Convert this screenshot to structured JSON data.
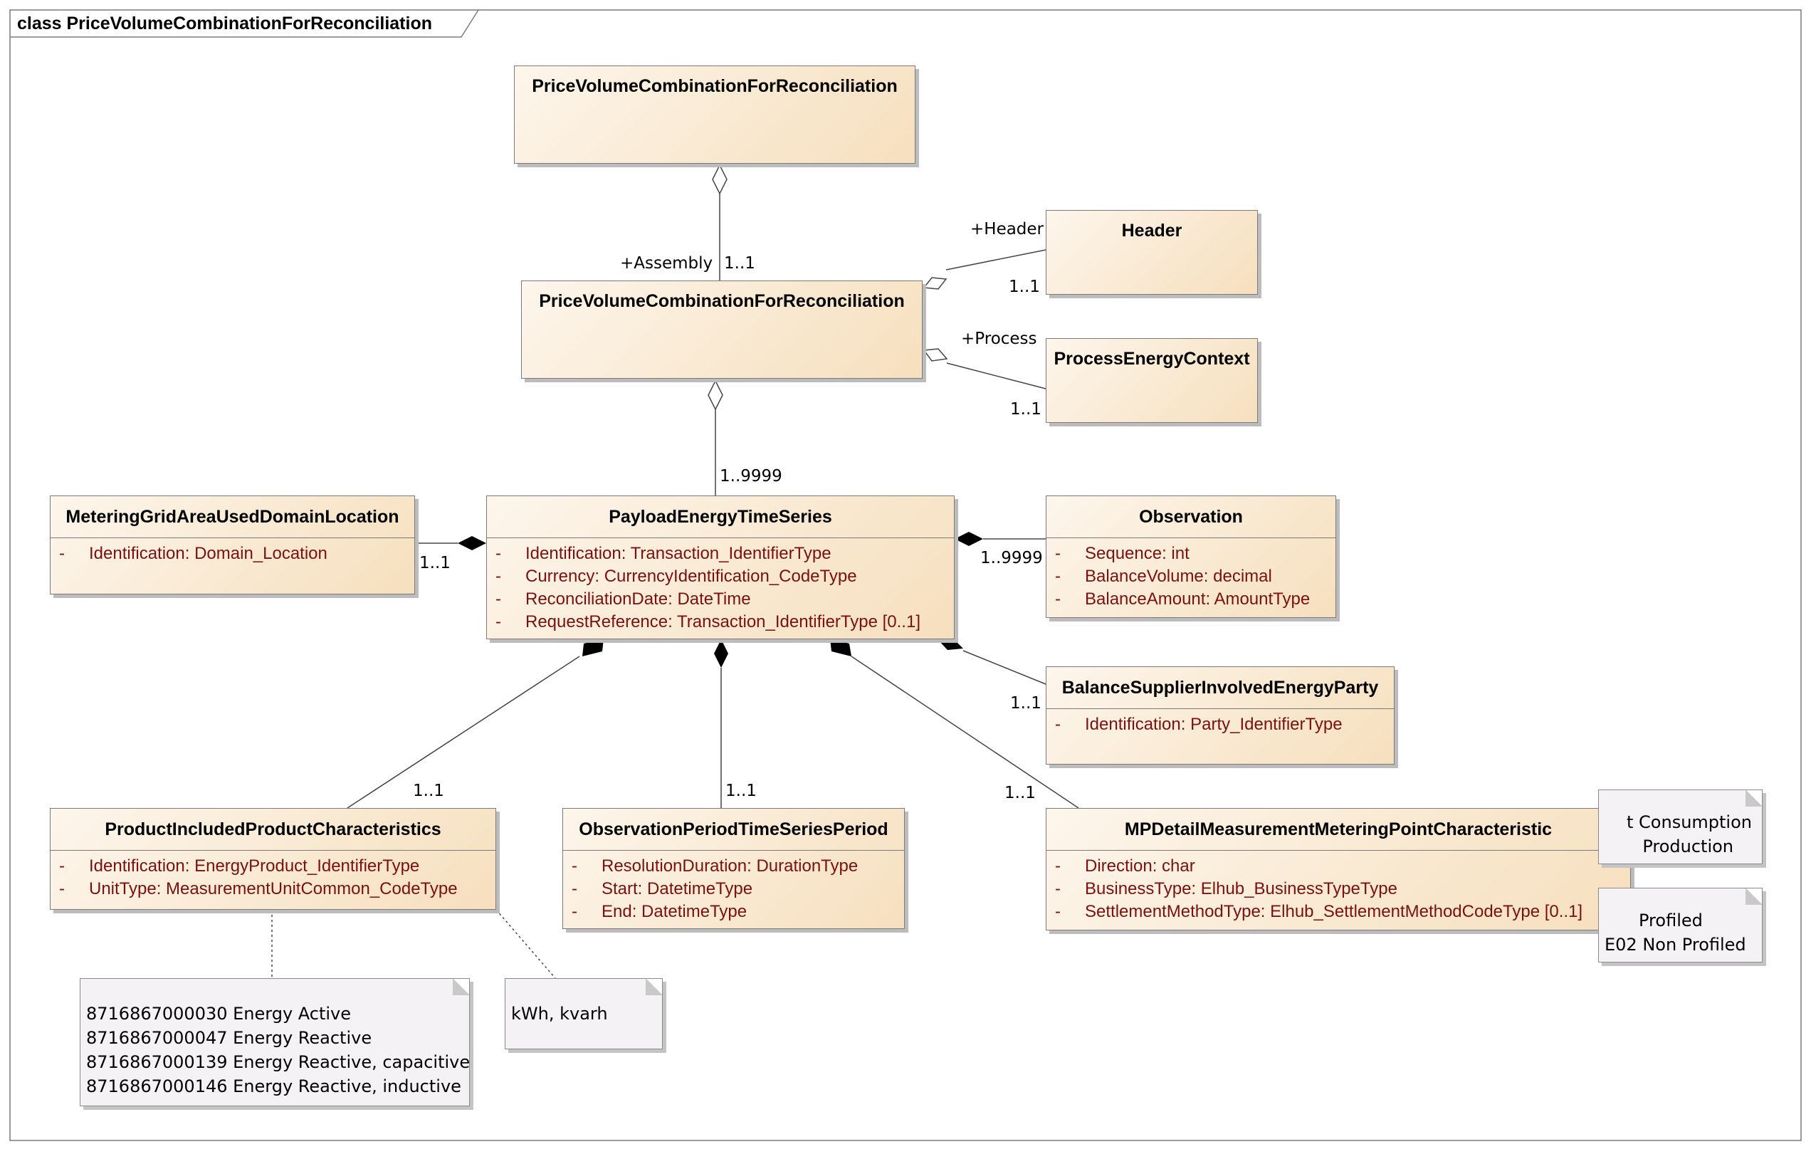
{
  "diagram": {
    "frame_title": "class PriceVolumeCombinationForReconciliation",
    "classes": {
      "root": {
        "name": "PriceVolumeCombinationForReconciliation",
        "attributes": []
      },
      "assembly": {
        "name": "PriceVolumeCombinationForReconciliation",
        "attributes": []
      },
      "header": {
        "name": "Header",
        "attributes": []
      },
      "process": {
        "name": "ProcessEnergyContext",
        "attributes": []
      },
      "payload": {
        "name": "PayloadEnergyTimeSeries",
        "attributes": [
          "Identification: Transaction_IdentifierType",
          "Currency: CurrencyIdentification_CodeType",
          "ReconciliationDate: DateTime",
          "RequestReference: Transaction_IdentifierType [0..1]"
        ]
      },
      "metering_grid": {
        "name": "MeteringGridAreaUsedDomainLocation",
        "attributes": [
          "Identification: Domain_Location"
        ]
      },
      "observation": {
        "name": "Observation",
        "attributes": [
          "Sequence: int",
          "BalanceVolume: decimal",
          "BalanceAmount: AmountType"
        ]
      },
      "balance_supplier": {
        "name": "BalanceSupplierInvolvedEnergyParty",
        "attributes": [
          "Identification: Party_IdentifierType"
        ]
      },
      "product": {
        "name": "ProductIncludedProductCharacteristics",
        "attributes": [
          "Identification: EnergyProduct_IdentifierType",
          "UnitType: MeasurementUnitCommon_CodeType"
        ]
      },
      "period": {
        "name": "ObservationPeriodTimeSeriesPeriod",
        "attributes": [
          "ResolutionDuration: DurationType",
          "Start: DatetimeType",
          "End: DatetimeType"
        ]
      },
      "mp_detail": {
        "name": "MPDetailMeasurementMeteringPointCharacteristic",
        "attributes": [
          "Direction: char",
          "BusinessType: Elhub_BusinessTypeType",
          "SettlementMethodType: Elhub_SettlementMethodCodeType [0..1]"
        ]
      }
    },
    "attribute_marker": "-",
    "labels": {
      "assembly_role": "+Assembly",
      "assembly_mult": "1..1",
      "header_role": "+Header",
      "header_mult": "1..1",
      "process_role": "+Process",
      "process_mult": "1..1",
      "payload_mult": "1..9999",
      "metering_mult": "1..1",
      "observation_mult": "1..9999",
      "balance_mult": "1..1",
      "product_mult": "1..1",
      "period_mult": "1..1",
      "mp_mult": "1..1"
    },
    "notes": {
      "product_codes": [
        "8716867000030  Energy Active",
        "8716867000047  Energy Reactive",
        "8716867000139  Energy Reactive, capacitive",
        "8716867000146  Energy Reactive, inductive"
      ],
      "unit_types": [
        "kWh, kvarh"
      ],
      "direction": [
        "t Consumption",
        "Production"
      ],
      "settlement": [
        "Profiled",
        "E02 Non Profiled"
      ]
    }
  }
}
